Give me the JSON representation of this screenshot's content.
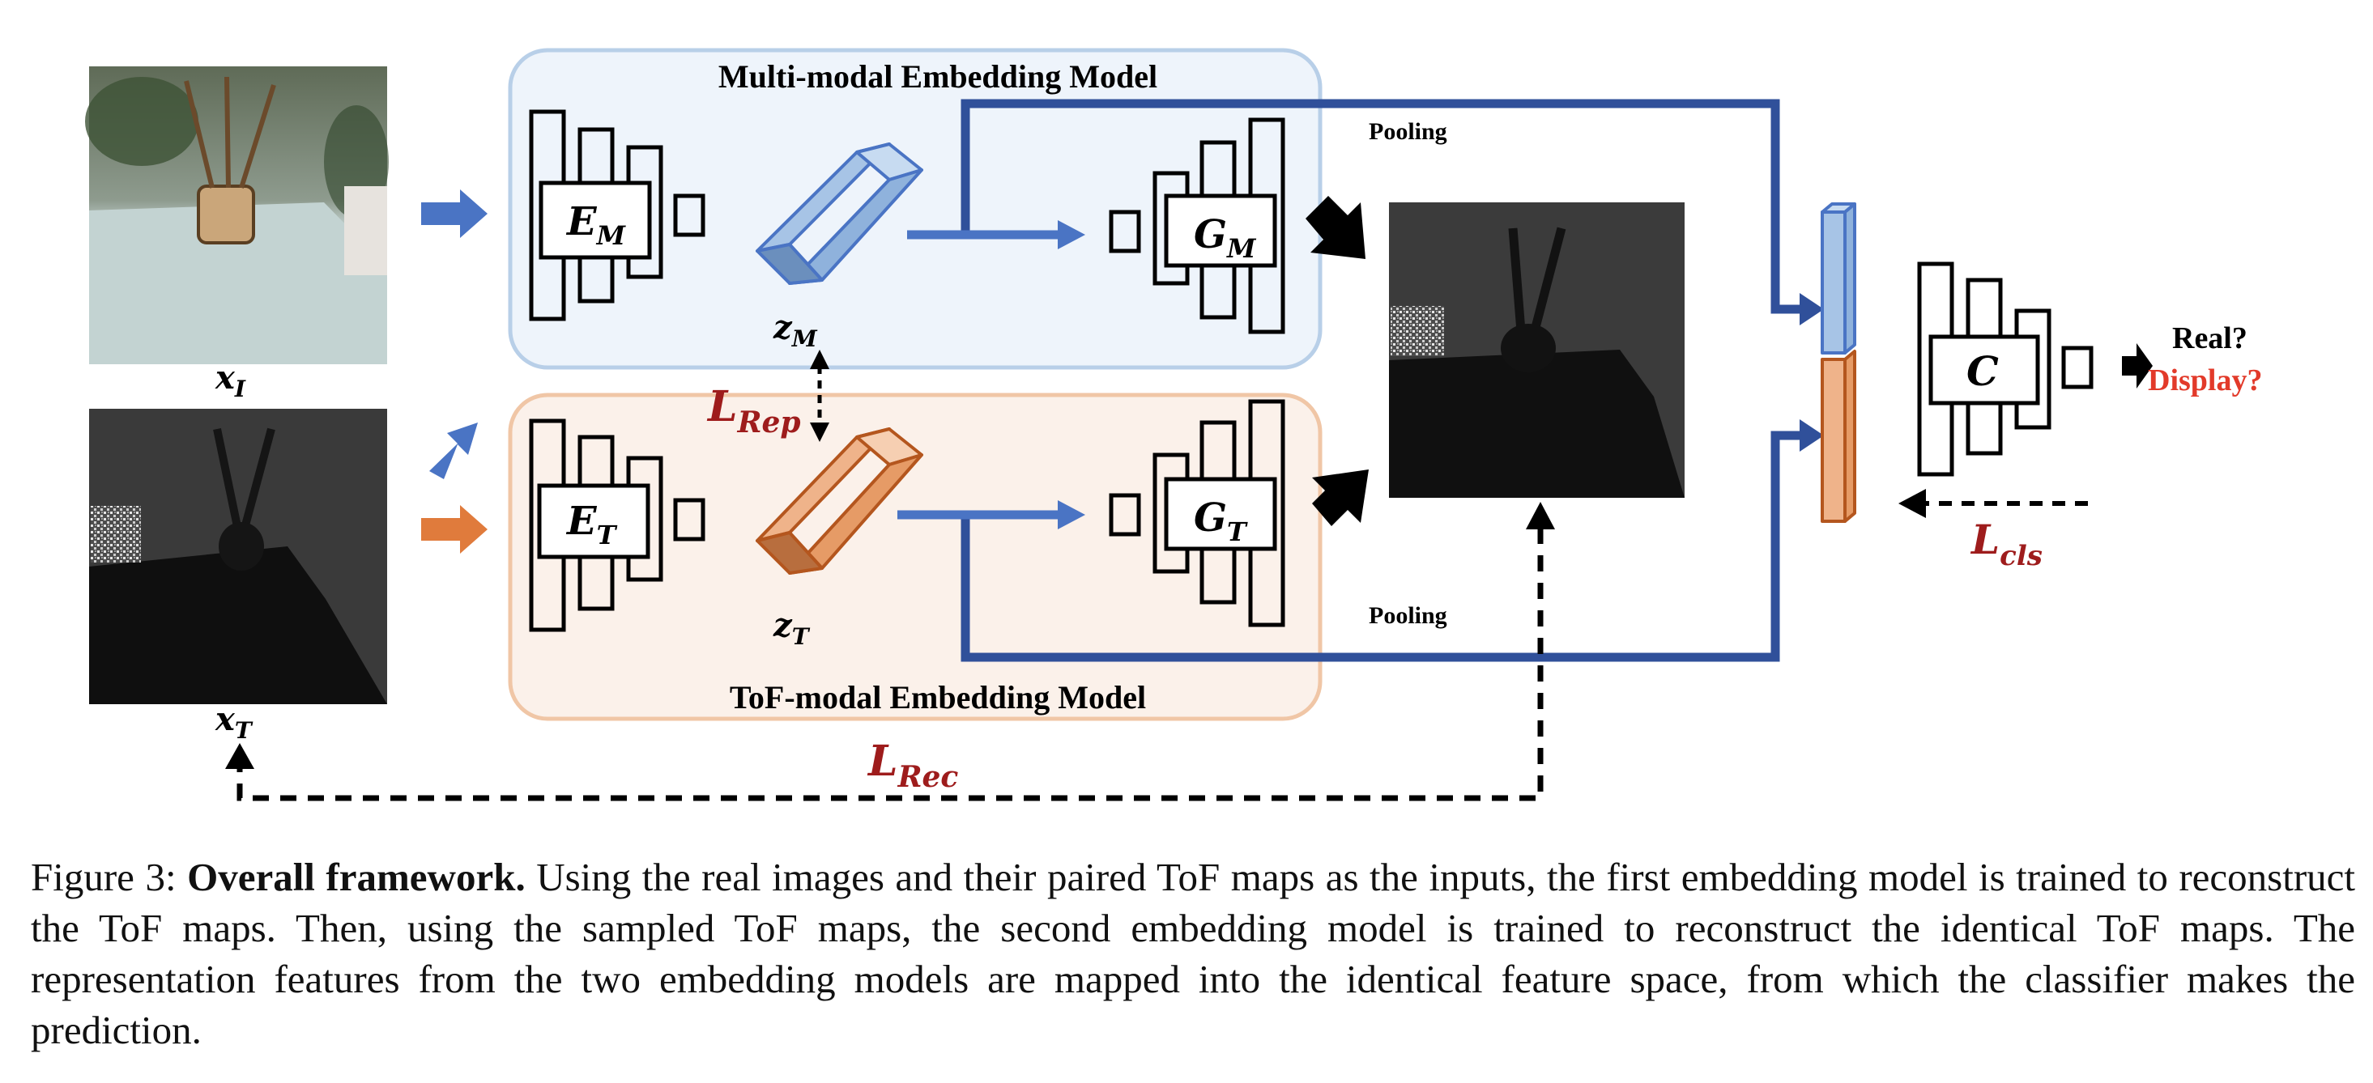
{
  "figure": {
    "multi_modal_title": "Multi-modal Embedding Model",
    "tof_modal_title": "ToF-modal Embedding Model",
    "pooling_top": "Pooling",
    "pooling_bottom": "Pooling",
    "encoder_m": {
      "main": "E",
      "sub": "M"
    },
    "encoder_t": {
      "main": "E",
      "sub": "T"
    },
    "decoder_m": {
      "main": "G",
      "sub": "M"
    },
    "decoder_t": {
      "main": "G",
      "sub": "T"
    },
    "latent_m": {
      "main": "z",
      "sub": "M"
    },
    "latent_t": {
      "main": "z",
      "sub": "T"
    },
    "input_image": {
      "main": "x",
      "sub": "I"
    },
    "input_tof": {
      "main": "x",
      "sub": "T"
    },
    "loss_rep": {
      "main": "L",
      "sub": "Rep"
    },
    "loss_rec": {
      "main": "L",
      "sub": "Rec"
    },
    "loss_cls": {
      "main": "L",
      "sub": "cls"
    },
    "classifier": "C",
    "output_real": "Real?",
    "output_display": "Display?"
  },
  "caption": {
    "label": "Figure 3:",
    "bold_title": "Overall framework.",
    "text": "Using the real images and their paired ToF maps as the inputs, the first embedding model is trained to reconstruct the ToF maps. Then, using the sampled ToF maps, the second embedding model is trained to reconstruct the identical ToF maps. The representation features from the two embedding models are mapped into the identical feature space, from which the classifier makes the prediction."
  },
  "colors": {
    "blue_arrow": "#4a74c4",
    "pool_line": "#30509a",
    "orange_arrow": "#e07b3c",
    "loss_red": "#9e1c1c",
    "display_red": "#e23a2a",
    "panel_blue_fill": "#eef4fb",
    "panel_blue_stroke": "#b8cfe8",
    "panel_orange_fill": "#fbf1ea",
    "panel_orange_stroke": "#f0c6a6",
    "latent_blue": "#a7c4e6",
    "latent_orange": "#efb38a"
  }
}
